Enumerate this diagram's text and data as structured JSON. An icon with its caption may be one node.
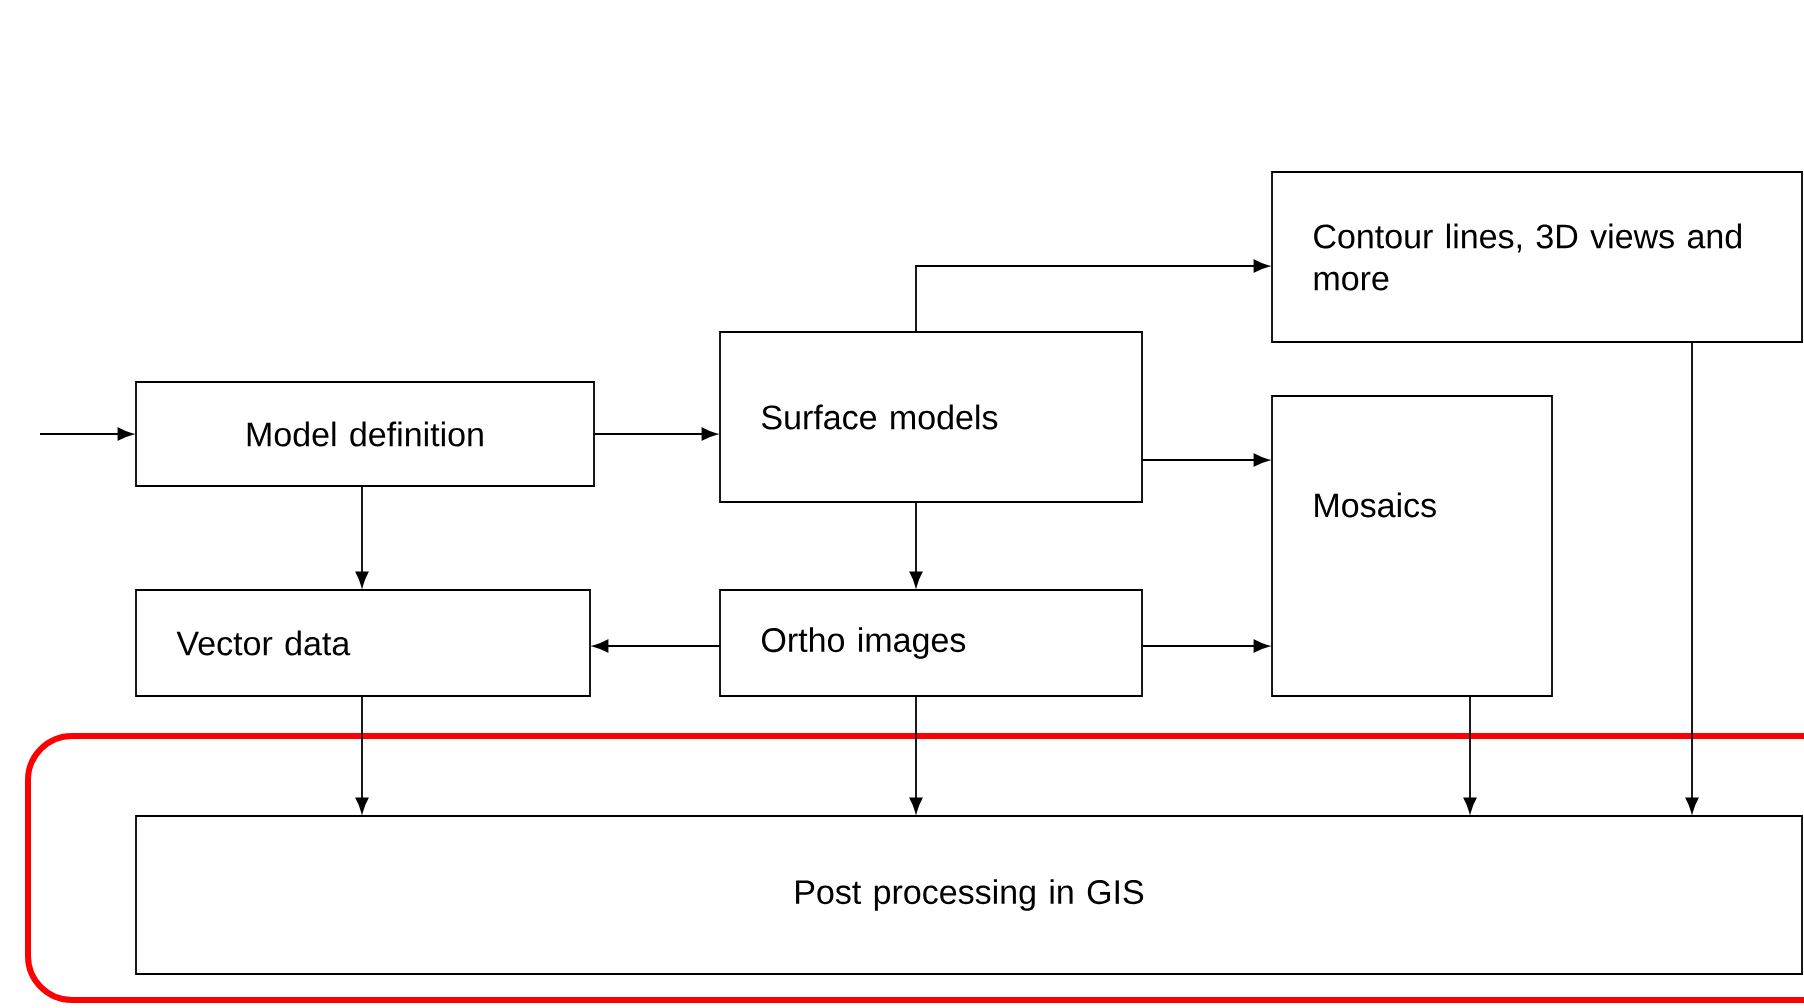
{
  "diagram": {
    "nodes": [
      {
        "text": [
          "Contour lines, 3D views and more"
        ]
      },
      {
        "text": [
          "Model definition"
        ]
      },
      {
        "text": [
          "Surface models"
        ]
      },
      {
        "text": [
          "Mosaics"
        ]
      },
      {
        "text": [
          "Vector data"
        ]
      },
      {
        "text": [
          "Ortho images"
        ]
      },
      {
        "text": [
          "Post processing in GIS"
        ]
      }
    ],
    "edges": [
      {
        "from": null,
        "to": 1,
        "arrow": "to"
      },
      {
        "from": 1,
        "to": 2,
        "arrow": "to"
      },
      {
        "from": 2,
        "to": 0,
        "arrow": "to"
      },
      {
        "from": 2,
        "to": 3,
        "arrow": "to"
      },
      {
        "from": 1,
        "to": 4,
        "arrow": "to"
      },
      {
        "from": 2,
        "to": 5,
        "arrow": "to"
      },
      {
        "from": 5,
        "to": 4,
        "arrow": "to"
      },
      {
        "from": 5,
        "to": 3,
        "arrow": "to"
      },
      {
        "from": 4,
        "to": 6,
        "arrow": "to"
      },
      {
        "from": 5,
        "to": 6,
        "arrow": "to"
      },
      {
        "from": 3,
        "to": 6,
        "arrow": "to"
      },
      {
        "from": 0,
        "to": 6,
        "arrow": "to"
      }
    ]
  }
}
